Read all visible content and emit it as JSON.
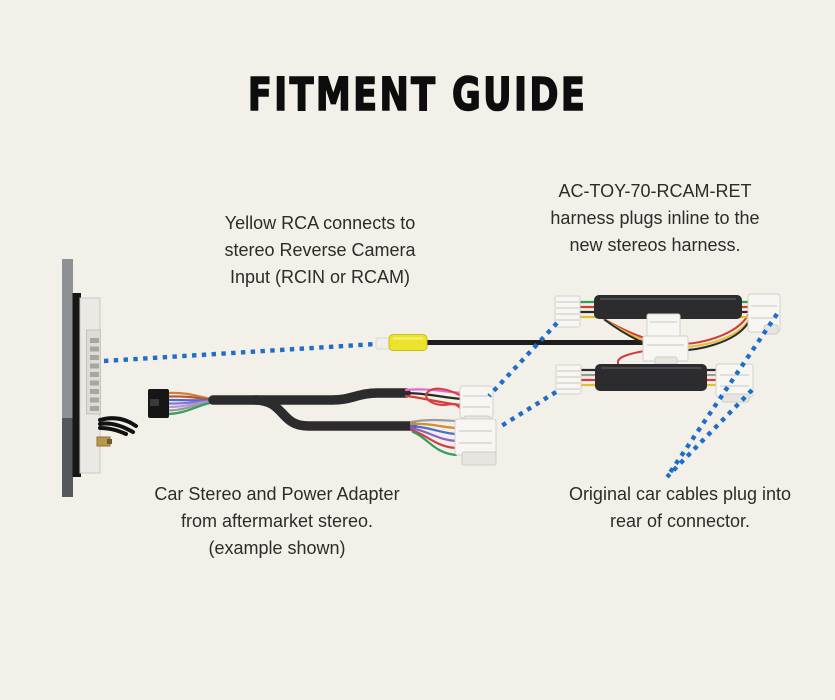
{
  "title": "FITMENT GUIDE",
  "annotations": {
    "yellow_rca": {
      "lines": [
        "Yellow RCA connects to",
        "stereo Reverse Camera",
        "Input (RCIN or RCAM)"
      ]
    },
    "harness_inline": {
      "lines": [
        "AC-TOY-70-RCAM-RET",
        "harness plugs inline to the",
        "new stereos harness."
      ]
    },
    "car_stereo": {
      "lines": [
        "Car Stereo and Power Adapter",
        "from aftermarket stereo.",
        "(example shown)"
      ]
    },
    "original_cables": {
      "lines": [
        "Original car cables plug into",
        "rear of connector."
      ]
    }
  },
  "product_code": "AC-TOY-70-RCAM-RET",
  "colors": {
    "background": "#f2f0e9",
    "title_text": "#0d0d0d",
    "body_text": "#2e2c29",
    "callout_blue": "#1e6ec5",
    "rca_yellow": "#ece42c",
    "rca_cable_black": "#1d1d1f",
    "sleeve_black": "#2c2c2e",
    "connector_white": "#f7f6f3"
  },
  "wires": {
    "stereo_input": [
      "#d08038",
      "#b85537",
      "#4a6fc8",
      "#8f6fd0",
      "#a998dc",
      "#9b9b9b",
      "#3a9e5f"
    ],
    "upper_branch": [
      "#df6ad4",
      "#2a2a2a",
      "#da3b3b"
    ],
    "upper_loop": "#da3b3b",
    "lower_branch": [
      "#9b9b9b",
      "#d88a30",
      "#4a6fc8",
      "#8f5fc8",
      "#d04040",
      "#2f9e57"
    ],
    "loom_top": [
      "#2fa05a",
      "#d23c3c",
      "#2a2a2a",
      "#e0c030"
    ],
    "loom_loop": [
      "#d23c3c",
      "#e0c030",
      "#2a2a2a"
    ],
    "loom_bottom": [
      "#2a2a2a",
      "#9b9b9b",
      "#d23c3c",
      "#e0c030"
    ],
    "red_jumper": "#d23c3c"
  }
}
